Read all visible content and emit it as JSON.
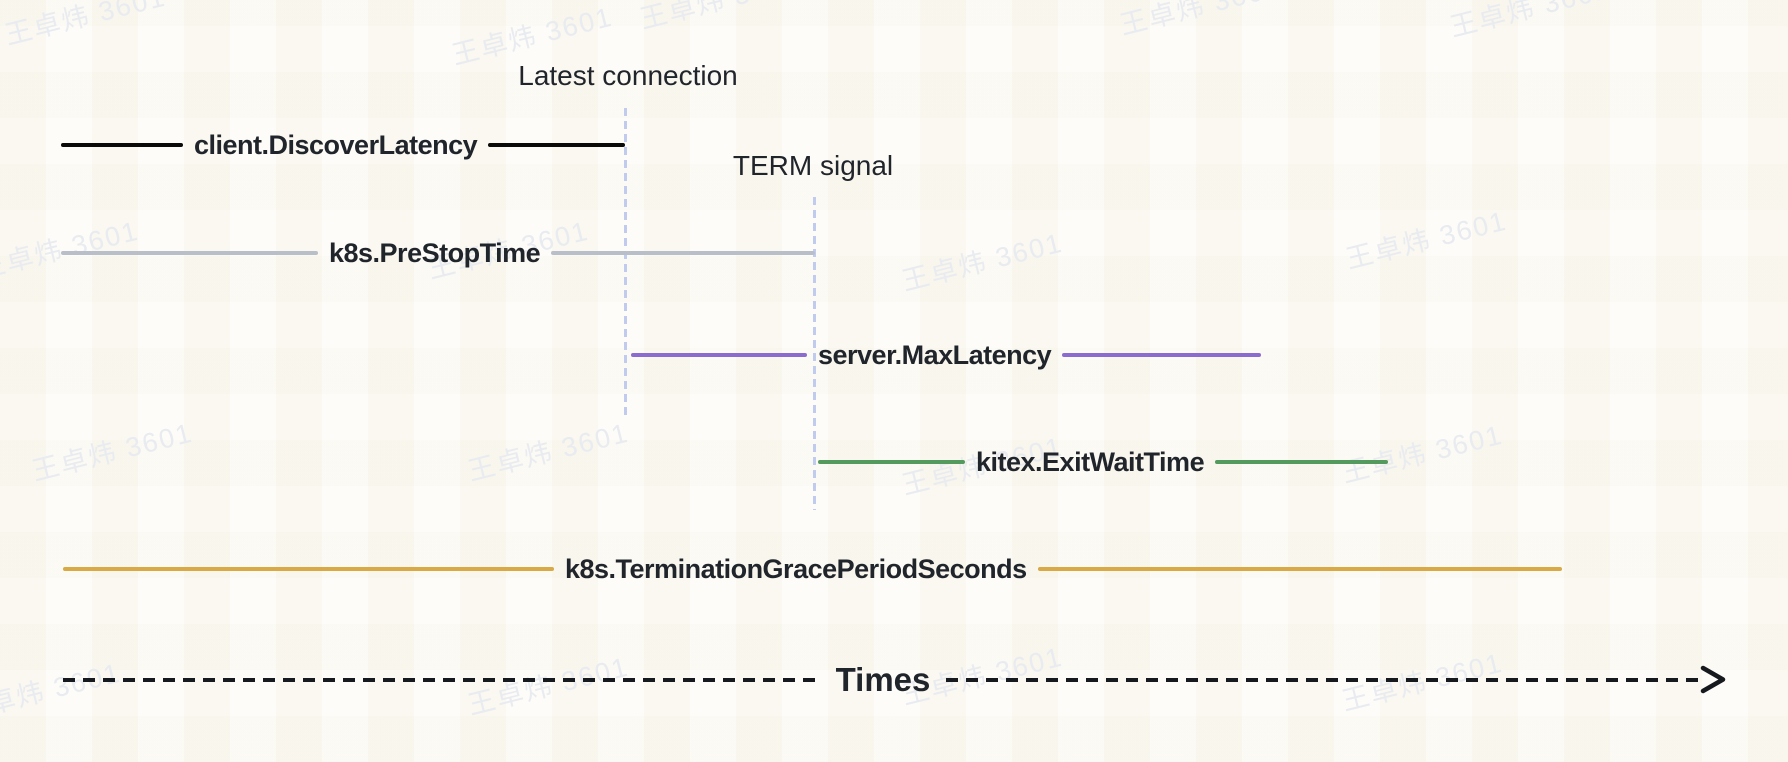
{
  "watermark": {
    "text": "王卓炜 3601"
  },
  "annotations": {
    "latest_connection": "Latest connection",
    "term_signal": "TERM signal"
  },
  "timeline": {
    "rows": [
      {
        "label": "client.DiscoverLatency",
        "color": "#0a0a0b"
      },
      {
        "label": "k8s.PreStopTime",
        "color": "#b9bfc8"
      },
      {
        "label": "server.MaxLatency",
        "color": "#8c6bd0"
      },
      {
        "label": "kitex.ExitWaitTime",
        "color": "#54995d"
      },
      {
        "label": "k8s.TerminationGracePeriodSeconds",
        "color": "#d8a944"
      }
    ],
    "axis_label": "Times"
  },
  "colors": {
    "background": "#fdfcf8",
    "text": "#20242b",
    "marker_dash": "#c0cbee",
    "axis_ink": "#16191e",
    "watermark": "#e8ebf0"
  }
}
